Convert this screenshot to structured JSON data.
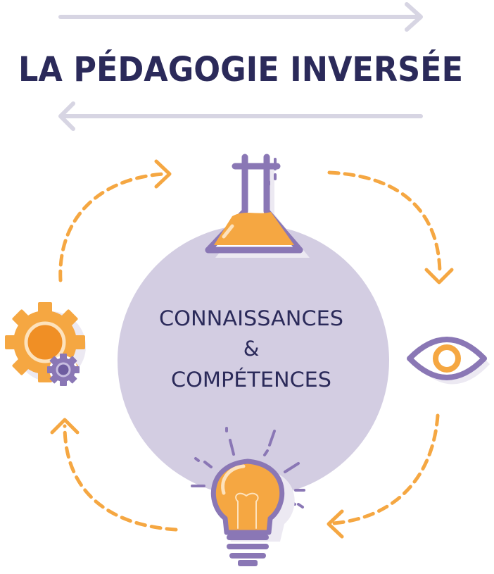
{
  "title": "LA PÉDAGOGIE INVERSÉE",
  "center": {
    "line1": "CONNAISSANCES",
    "line2": "&",
    "line3": "COMPÉTENCES"
  },
  "icons": [
    "flask-icon",
    "eye-icon",
    "lightbulb-icon",
    "gears-icon"
  ],
  "colors": {
    "navy": "#2b2a5a",
    "orange": "#f5a742",
    "orange_dark": "#f08f25",
    "purple": "#8a77b5",
    "lavender": "#d3cde2",
    "arrow_gray": "#d7d5e3",
    "shadow": "#ece9f2"
  }
}
